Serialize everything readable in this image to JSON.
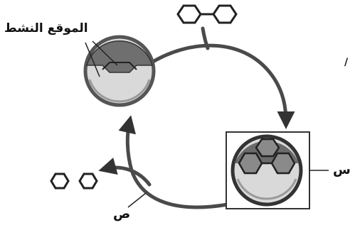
{
  "labels": {
    "active_site": "الموقع النشط",
    "sin": "س",
    "sad": "ص",
    "edge_fragment": "/"
  },
  "colors": {
    "ink": "#333333",
    "enzyme_dark": "#555555",
    "enzyme_light": "#d9d9d9",
    "active_site_fill": "#7a7a7a"
  },
  "icons": {
    "substrate": "two-linked-hexagons-icon",
    "products": "two-separate-hexagons-icon",
    "enzyme": "enzyme-circle-icon",
    "complex": "enzyme-substrate-complex-icon"
  }
}
